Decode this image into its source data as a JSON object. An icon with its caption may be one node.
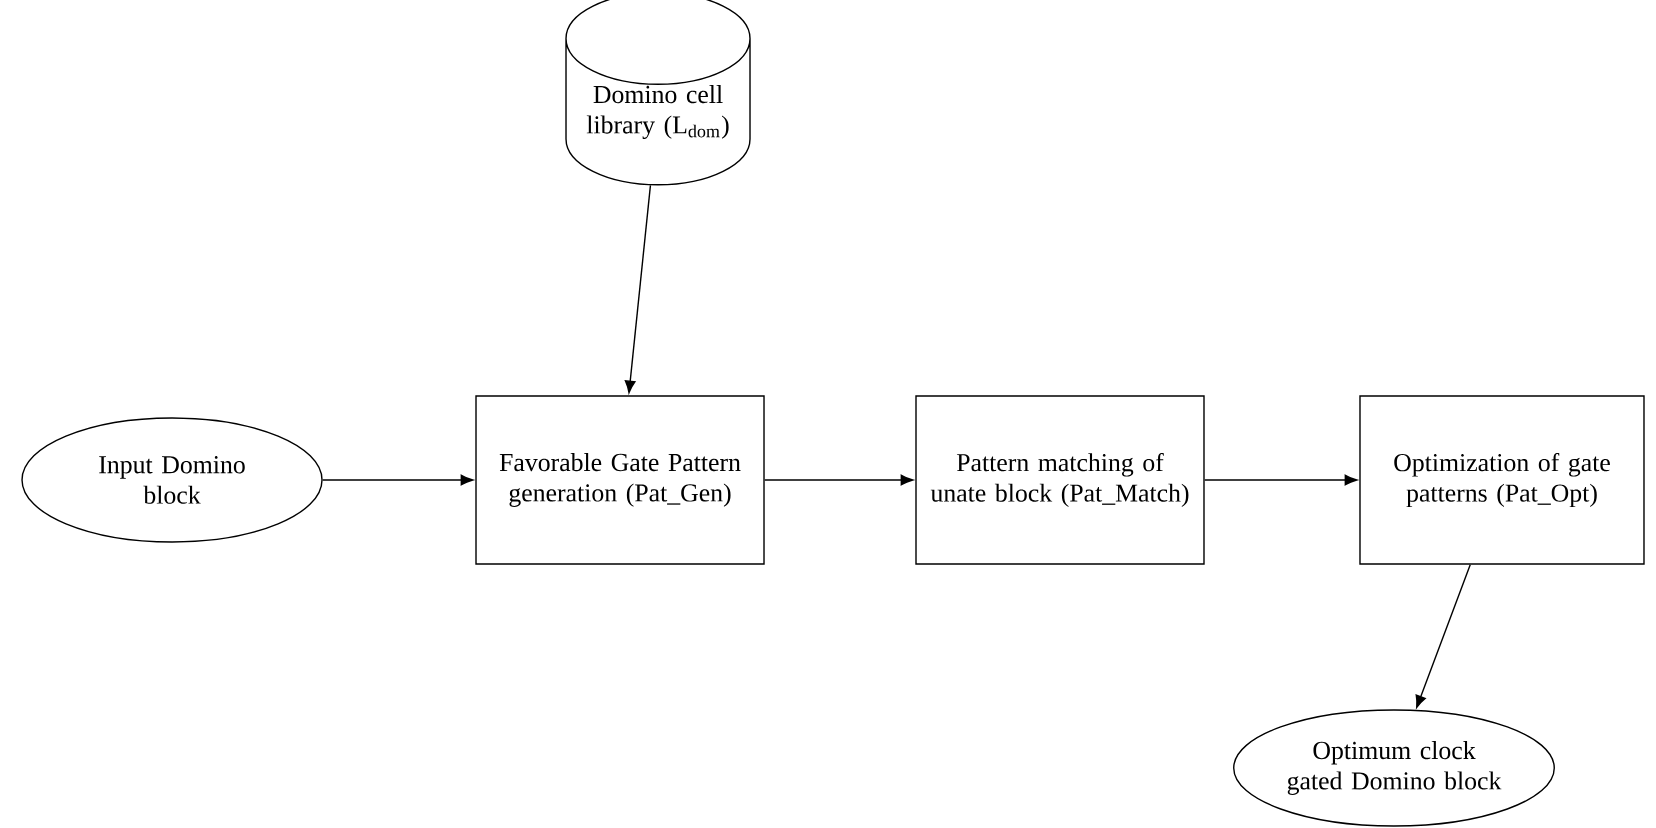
{
  "diagram": {
    "nodes": [
      {
        "text": [
          "Domino cell library (L$_{dom}$)"
        ]
      },
      {
        "text": [
          "Input Domino block"
        ]
      },
      {
        "text": [
          "Favorable Gate Pattern generation (Pat_Gen)"
        ]
      },
      {
        "text": [
          "Pattern matching of unate block (Pat_Match)"
        ]
      },
      {
        "text": [
          "Optimization of gate patterns (Pat_Opt)"
        ]
      },
      {
        "text": [
          "Optimum clock gated Domino block"
        ]
      }
    ],
    "edges": [
      {
        "from": 0,
        "to": 2,
        "arrow": "to"
      },
      {
        "from": 1,
        "to": 2,
        "arrow": "to"
      },
      {
        "from": 2,
        "to": 3,
        "arrow": "to"
      },
      {
        "from": 3,
        "to": 4,
        "arrow": "to"
      },
      {
        "from": 4,
        "to": 5,
        "arrow": "to"
      }
    ]
  }
}
